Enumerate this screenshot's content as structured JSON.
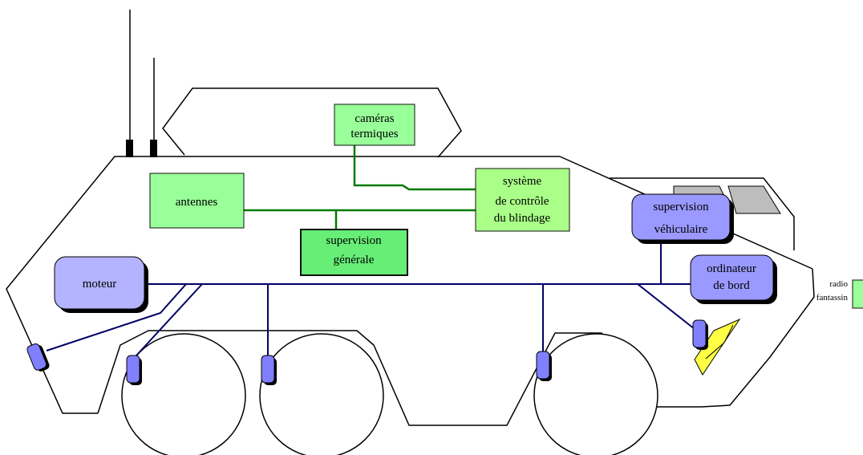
{
  "colors": {
    "green_box": "#99ff99",
    "green_box_border": "#111111",
    "green_wire": "#007a00",
    "bus_wire": "#000066",
    "blue_box": "#9999ff",
    "blue_box_light": "#b3b3ff",
    "sensor": "#8080ff",
    "yellow": "#ffff44",
    "window_gray": "#bdbdbd",
    "shadow": "#000000"
  },
  "labels": {
    "cameras_l1": "caméras",
    "cameras_l2": "termiques",
    "antennes": "antennes",
    "systeme_l1": "système",
    "systeme_l2": "de contrôle",
    "systeme_l3": "du blindage",
    "supgen_l1": "supervision",
    "supgen_l2": "générale",
    "supveh_l1": "supervision",
    "supveh_l2": "véhiculaire",
    "ordi_l1": "ordinateur",
    "ordi_l2": "de bord",
    "moteur": "moteur",
    "radio_l1": "radio",
    "radio_l2": "fantassin"
  }
}
